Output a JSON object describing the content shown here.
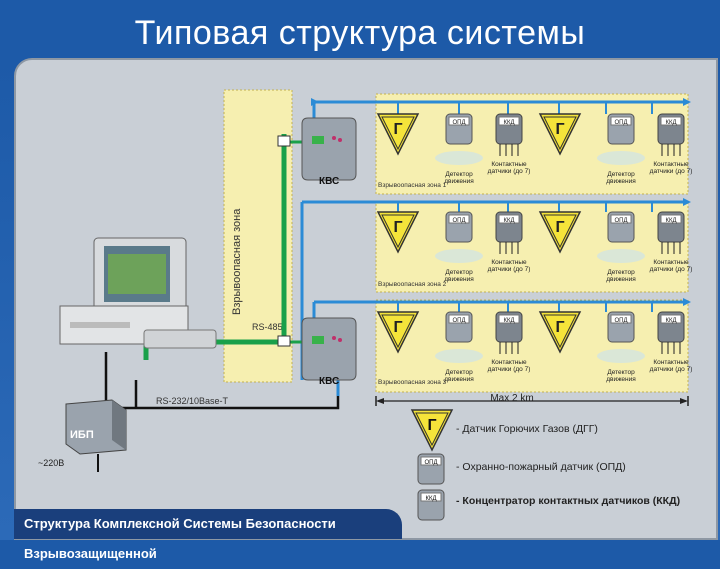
{
  "title": "Типовая структура системы",
  "footer": "Структура Комплексной Системы Безопасности Взрывозащищенной",
  "zone_label": "Взрывоопасная зона",
  "rs485": "RS-485",
  "rs232": "RS-232/10Base-T",
  "ups": "ИБП",
  "voltage": "~220В",
  "kvs": "КВС",
  "zones": [
    "Взрывоопасная зона 1",
    "Взрывоопасная зона 2",
    "Взрывоопасная зона 3"
  ],
  "devices": {
    "dgg_symbol": "Г",
    "opd": "ОПД",
    "kkd": "ККД",
    "motion_detector": [
      "Детектор",
      "движения"
    ],
    "contact_sensors": [
      "Контактные",
      "датчики (до 7)"
    ]
  },
  "distance": "Max 2 km",
  "legend": [
    {
      "icon": "Г",
      "text": "- Датчик Горючих Газов (ДГГ)"
    },
    {
      "icon": "ОПД",
      "text": "- Охранно-пожарный датчик (ОПД)"
    },
    {
      "icon": "ККД",
      "text": "- Концентратор контактных датчиков (ККД)"
    }
  ],
  "colors": {
    "yellow": "#f5e43a",
    "zone_fill": "#f6efb0",
    "bus_blue": "#2b8bd6",
    "bus_green": "#19a04a",
    "device_grey": "#9aa3ad"
  }
}
